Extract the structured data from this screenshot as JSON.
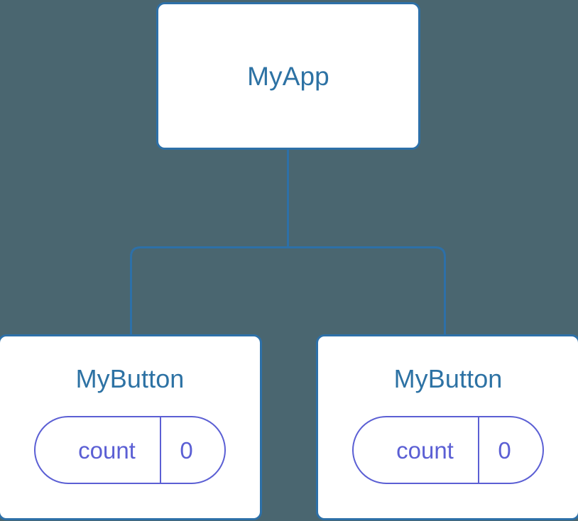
{
  "diagram": {
    "title": "component-tree",
    "background_color": "#4a6670",
    "node_border_color": "#2d70a8",
    "node_fill_color": "#ffffff",
    "node_text_color": "#2d72a4",
    "state_accent_color": "#5b5fd4",
    "connector_color": "#2d70a8"
  },
  "root": {
    "label": "MyApp"
  },
  "children": [
    {
      "label": "MyButton",
      "state": {
        "key": "count",
        "value": "0"
      }
    },
    {
      "label": "MyButton",
      "state": {
        "key": "count",
        "value": "0"
      }
    }
  ]
}
